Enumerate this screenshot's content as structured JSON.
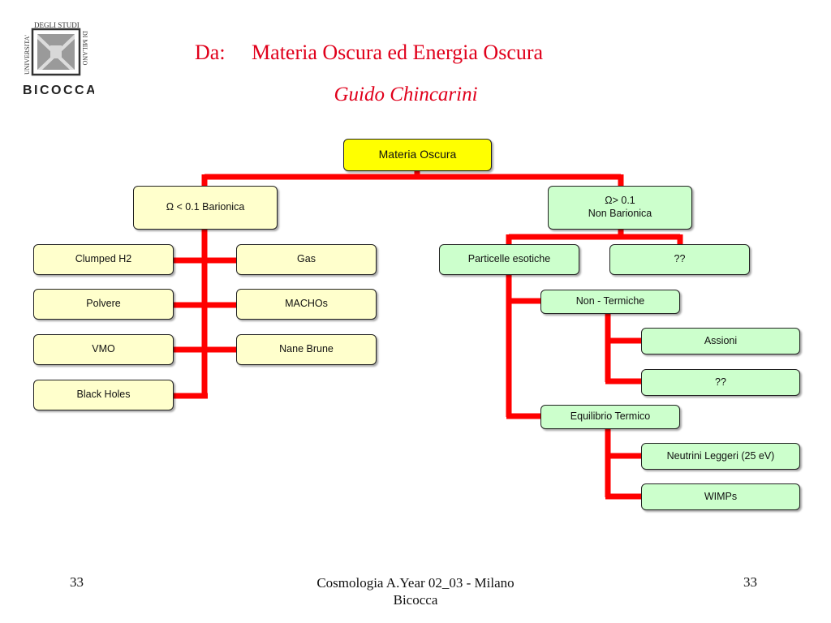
{
  "logo": {
    "universita": "UNIVERSITA'",
    "degli_studi": "DEGLI STUDI",
    "di_milano": "DI MILANO",
    "name": "BICOCCA"
  },
  "header": {
    "title": "Da:     Materia Oscura ed Energia Oscura",
    "subtitle": "Guido Chincarini"
  },
  "diagram": {
    "root": "Materia Oscura",
    "barionica": "Ω < 0.1 Barionica",
    "non_barionica_line1": "Ω> 0.1",
    "non_barionica_line2": "Non Barionica",
    "clumped_h2": "Clumped H2",
    "gas": "Gas",
    "polvere": "Polvere",
    "machos": "MACHOs",
    "vmo": "VMO",
    "nane_brune": "Nane Brune",
    "black_holes": "Black Holes",
    "particelle_esotiche": "Particelle esotiche",
    "unknown_1": "??",
    "non_termiche": "Non - Termiche",
    "assioni": "Assioni",
    "unknown_2": "??",
    "equilibrio_termico": "Equilibrio Termico",
    "neutrini_leggeri": "Neutrini Leggeri (25 eV)",
    "wimps": "WIMPs"
  },
  "colors": {
    "title": "#e0001b",
    "connector": "#ff0000",
    "root_fill": "#ffff00",
    "yellow_fill": "#ffffcc",
    "green_fill": "#ccffcc"
  },
  "footer": {
    "page_left": "33",
    "center_line1": "Cosmologia A.Year 02_03 - Milano",
    "center_line2": "Bicocca",
    "page_right": "33"
  }
}
